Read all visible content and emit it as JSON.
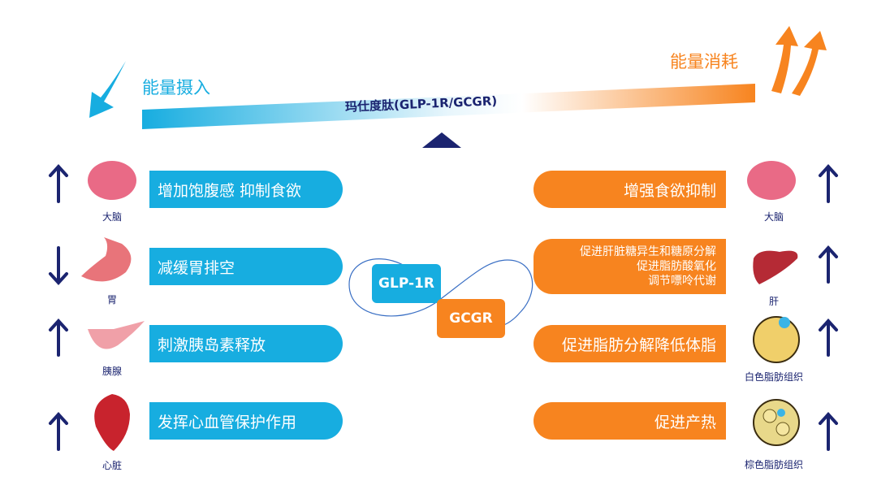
{
  "header": {
    "left_title": "能量摄入",
    "right_title": "能量消耗",
    "drug_label": "玛仕度肽(GLP-1R/GCGR)"
  },
  "center": {
    "glp": "GLP-1R",
    "gcgr": "GCGR"
  },
  "left": [
    {
      "effect": "增加饱腹感 抑制食欲",
      "organ": "大脑",
      "direction": "up"
    },
    {
      "effect": "减缓胃排空",
      "organ": "胃",
      "direction": "down"
    },
    {
      "effect": "刺激胰岛素释放",
      "organ": "胰腺",
      "direction": "up"
    },
    {
      "effect": "发挥心血管保护作用",
      "organ": "心脏",
      "direction": "up"
    }
  ],
  "right": [
    {
      "effect": "增强食欲抑制",
      "organ": "大脑",
      "direction": "up"
    },
    {
      "effect_lines": [
        "促进肝脏糖异生和糖原分解",
        "促进脂肪酸氧化",
        "调节嘌呤代谢"
      ],
      "organ": "肝",
      "direction": "up"
    },
    {
      "effect": "促进脂肪分解降低体脂",
      "organ": "白色脂肪组织",
      "direction": "up"
    },
    {
      "effect": "促进产热",
      "organ": "棕色脂肪组织",
      "direction": "up"
    }
  ],
  "colors": {
    "cyan": "#17ade0",
    "orange": "#f7841f",
    "navy": "#1b2470"
  }
}
